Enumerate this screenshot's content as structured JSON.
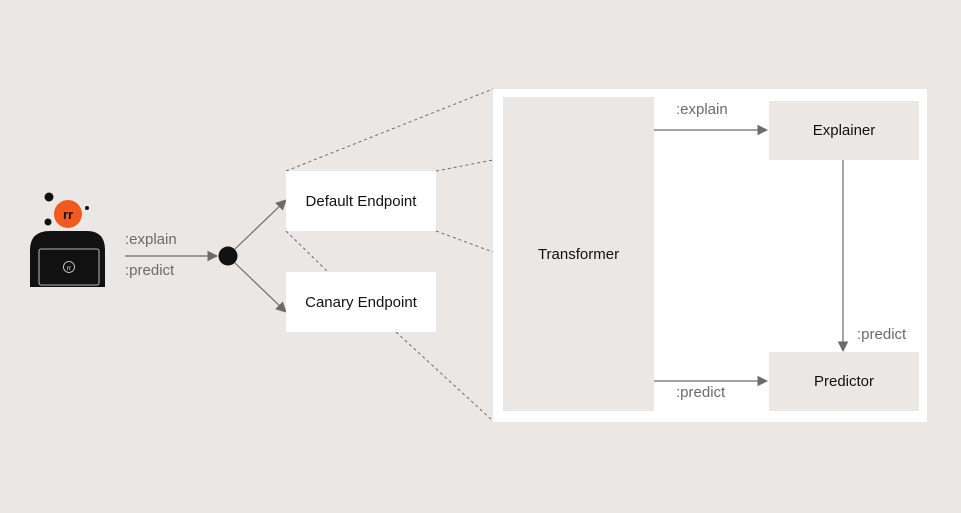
{
  "diagram": {
    "user": {
      "avatar_initials": "rr",
      "laptop_initials": "rr"
    },
    "client_labels": {
      "explain": ":explain",
      "predict": ":predict"
    },
    "endpoints": {
      "default": "Default Endpoint",
      "canary": "Canary Endpoint"
    },
    "components": {
      "transformer": "Transformer",
      "explainer": "Explainer",
      "predictor": "Predictor"
    },
    "edge_labels": {
      "transformer_explain": ":explain",
      "transformer_predict": ":predict",
      "explainer_predict": ":predict"
    },
    "colors": {
      "background": "#ebe7e5",
      "accent_orange": "#f05a1e",
      "line_grey": "#6d6b6a",
      "dot_black": "#111111"
    }
  }
}
